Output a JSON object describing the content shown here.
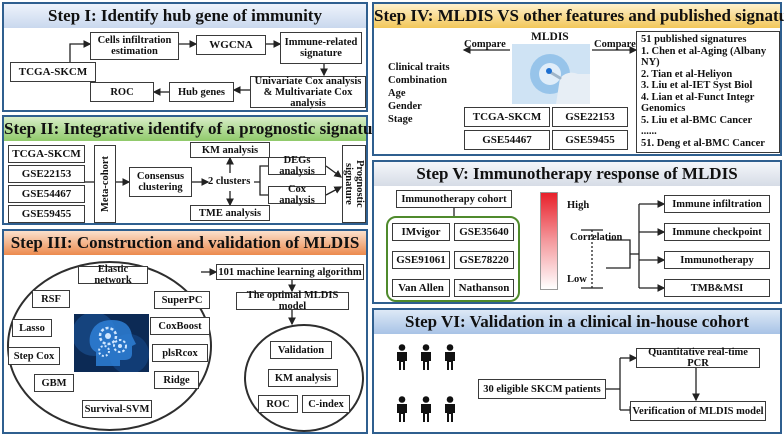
{
  "step1": {
    "title": "Step I: Identify hub gene of immunity",
    "tcga": "TCGA-SKCM",
    "cells": "Cells infiltration estimation",
    "wgcna": "WGCNA",
    "immune_sig": "Immune-related signature",
    "roc": "ROC",
    "hub": "Hub genes",
    "cox": "Univariate Cox analysis & Multivariate Cox analysis"
  },
  "step2": {
    "title": "Step II: Integrative identify of a prognostic signature",
    "datasets": [
      "TCGA-SKCM",
      "GSE22153",
      "GSE54467",
      "GSE59455"
    ],
    "meta": "Meta-cohort",
    "consensus": "Consensus clustering",
    "km": "KM analysis",
    "clusters": "2 clusters",
    "tme": "TME analysis",
    "degs": "DEGs analysis",
    "cox": "Cox analysis",
    "prog": "Prognostic signature"
  },
  "step3": {
    "title": "Step III: Construction and validation of MLDIS",
    "algos": [
      "Elastic network",
      "RSF",
      "SuperPC",
      "Lasso",
      "CoxBoost",
      "Step Cox",
      "plsRcox",
      "GBM",
      "Ridge",
      "Survival-SVM"
    ],
    "ml": "101 machine learning algorithm",
    "optimal": "The optimal MLDIS model",
    "validation": "Validation",
    "km": "KM analysis",
    "roc": "ROC",
    "cindex": "C-index"
  },
  "step4": {
    "title": "Step IV: MLDIS VS other features and published signatures",
    "mldis": "MLDIS",
    "compare_left": "Compare",
    "compare_right": "Compare",
    "clinical": [
      "Clinical traits",
      "Combination",
      "Age",
      "Gender",
      "Stage"
    ],
    "datasets": [
      "TCGA-SKCM",
      "GSE22153",
      "GSE54467",
      "GSE59455"
    ],
    "published": [
      "51 published signatures",
      "1. Chen et al-Aging (Albany",
      "NY)",
      "2. Tian et al-Heliyon",
      "3. Liu et al-IET Syst Biol",
      "4. Lian et al-Funct Integr",
      "Genomics",
      "5. Liu et al-BMC Cancer",
      "......",
      "51. Deng et al-BMC Cancer"
    ]
  },
  "step5": {
    "title": "Step V: Immunotherapy response of MLDIS",
    "cohort": "Immunotherapy cohort",
    "datasets": [
      "IMvigor",
      "GSE35640",
      "GSE91061",
      "GSE78220",
      "Van Allen",
      "Nathanson"
    ],
    "high": "High",
    "low": "Low",
    "correlation": "Correlation",
    "outcomes": [
      "Immune infiltration",
      "Immune checkpoint",
      "Immunotherapy",
      "TMB&MSI"
    ],
    "colors": {
      "high": "#e8202a",
      "low": "#ffffff"
    }
  },
  "step6": {
    "title": "Step VI: Validation in a clinical in-house cohort",
    "patients": "30 eligible SKCM patients",
    "pcr": "Quantitative real-time PCR",
    "verify": "Verification of MLDIS model"
  }
}
